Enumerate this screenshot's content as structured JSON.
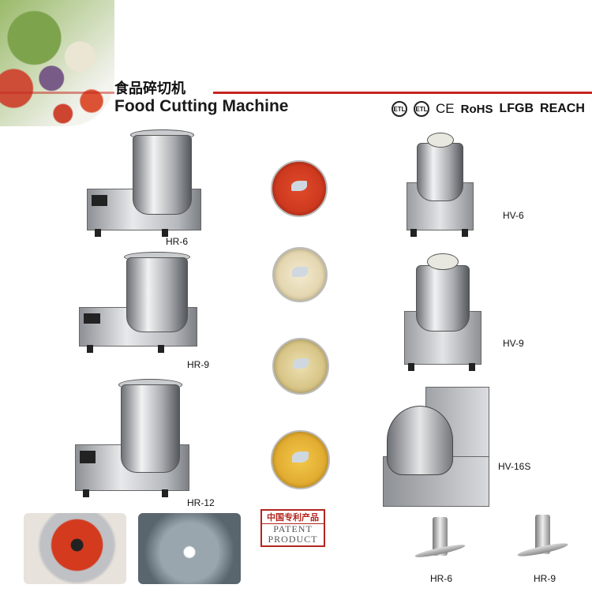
{
  "header": {
    "title_cn": "食品碎切机",
    "title_en": "Food Cutting Machine",
    "certifications": [
      "ETL",
      "ETL",
      "CE",
      "RoHS",
      "LFGB",
      "REACH"
    ]
  },
  "products_left": [
    {
      "model": "HR-6"
    },
    {
      "model": "HR-9"
    },
    {
      "model": "HR-12"
    }
  ],
  "products_right": [
    {
      "model": "HV-6"
    },
    {
      "model": "HV-9"
    },
    {
      "model": "HV-16S"
    }
  ],
  "blades": [
    {
      "model": "HR-6"
    },
    {
      "model": "HR-9"
    }
  ],
  "stamp": {
    "cn": "中国专利产品",
    "line1": "PATENT",
    "line2": "PRODUCT"
  },
  "colors": {
    "accent": "#c6261e"
  }
}
